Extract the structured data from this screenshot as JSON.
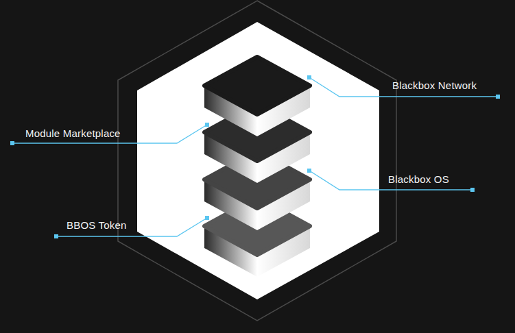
{
  "diagram": {
    "labels": [
      "Blackbox Network",
      "Module Marketplace",
      "Blackbox OS",
      "BBOS Token"
    ]
  }
}
